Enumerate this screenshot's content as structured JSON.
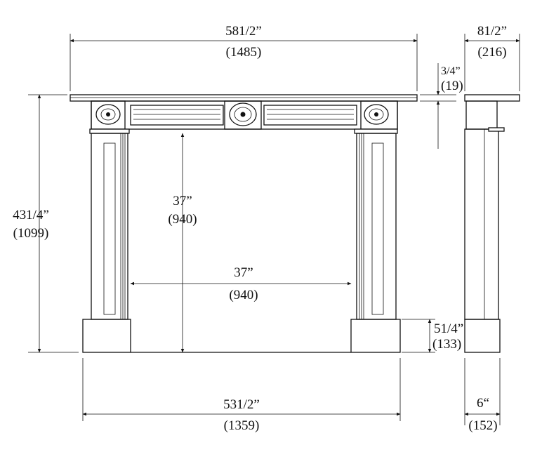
{
  "dimensions": {
    "overall_width": {
      "imperial": "581/2”",
      "metric": "(1485)"
    },
    "depth": {
      "imperial": "81/2”",
      "metric": "(216)"
    },
    "shelf_thickness": {
      "imperial": "3/4”",
      "metric": "(19)"
    },
    "overall_height": {
      "imperial": "431/4”",
      "metric": "(1099)"
    },
    "opening_height": {
      "imperial": "37”",
      "metric": "(940)"
    },
    "opening_width": {
      "imperial": "37”",
      "metric": "(940)"
    },
    "plinth_height": {
      "imperial": "51/4”",
      "metric": "(133)"
    },
    "base_width": {
      "imperial": "531/2”",
      "metric": "(1359)"
    },
    "leg_depth": {
      "imperial": "6“",
      "metric": "(152)"
    }
  },
  "colors": {
    "line": "#111111",
    "background": "#ffffff"
  }
}
